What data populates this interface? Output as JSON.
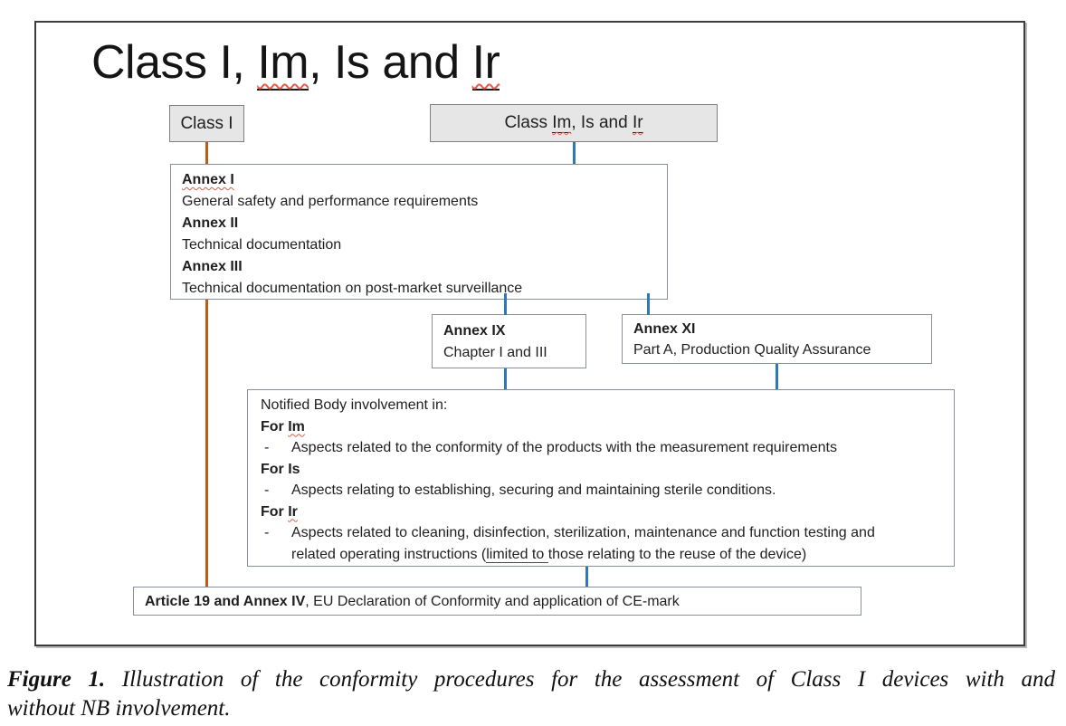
{
  "title": {
    "part1": "Class I, ",
    "im": "Im",
    "part2": ", Is and ",
    "ir": "Ir"
  },
  "header_boxes": {
    "class1": {
      "label": "Class I"
    },
    "class_im": {
      "part1": "Class ",
      "im": "Im",
      "mid": ", Is and ",
      "ir": "Ir"
    }
  },
  "annex_requirements": {
    "items": [
      {
        "heading": "Annex I",
        "desc": "General safety and performance requirements"
      },
      {
        "heading": "Annex II",
        "desc": "Technical documentation"
      },
      {
        "heading": "Annex III",
        "desc": "Technical documentation on post-market surveillance"
      }
    ]
  },
  "annex_ix": {
    "heading": "Annex IX",
    "desc": "Chapter I and III"
  },
  "annex_xi": {
    "heading": "Annex XI",
    "desc": "Part A, Production Quality Assurance"
  },
  "notified_body": {
    "intro": "Notified Body involvement in:",
    "dash": "-",
    "for_im": {
      "prefix": "For ",
      "word": "Im"
    },
    "im_bullet": "Aspects related to the conformity of the products with the measurement requirements",
    "for_is": {
      "label": "For Is"
    },
    "is_bullet": "Aspects relating to establishing, securing and maintaining sterile conditions.",
    "for_ir": {
      "prefix": "For ",
      "word": "Ir"
    },
    "ir_bullet": {
      "line1": "Aspects related to cleaning, disinfection, sterilization, maintenance and function testing and",
      "line2_pre": "related operating instructions (",
      "line2_underlined": "limited to ",
      "line2_post": "those relating to the reuse of the device)"
    }
  },
  "article_box": {
    "bold": "Article 19 and Annex IV",
    "rest": ", EU Declaration of Conformity and application of CE-mark"
  },
  "caption": {
    "figure_label": "Figure 1.",
    "line1": "Illustration of the conformity procedures for the assessment of Class I devices with and",
    "line2": "without NB involvement."
  },
  "colors": {
    "connector_orange": "#C05A14",
    "connector_blue": "#2E79BD",
    "squiggle": "#E05B4B",
    "box_border": "#8A9099",
    "header_fill": "#E7E6E6",
    "header_border": "#7F7F7F",
    "frame_border": "#3C3C3C"
  }
}
